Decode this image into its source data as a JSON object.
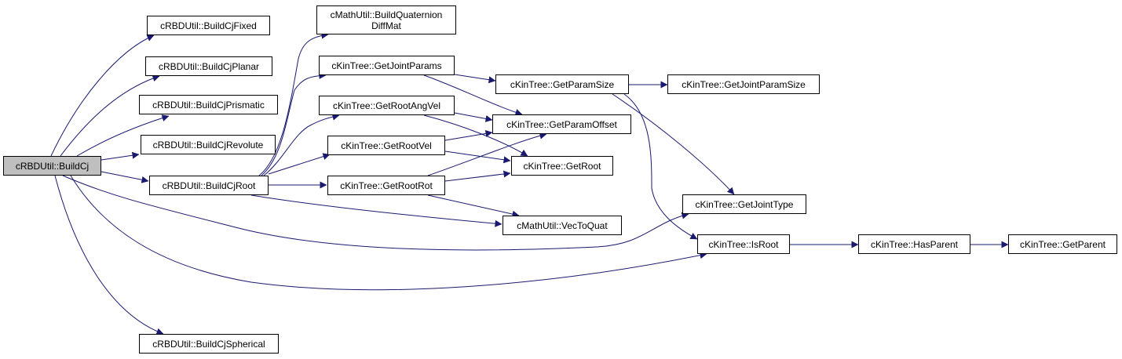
{
  "graph": {
    "root": "cRBDUtil::BuildCj",
    "colors": {
      "edge": "#191970",
      "border": "#000000",
      "root_fill": "#bfbfbf",
      "node_fill": "#ffffff"
    },
    "nodes": {
      "build_cj": "cRBDUtil::BuildCj",
      "build_cj_fixed": "cRBDUtil::BuildCjFixed",
      "build_cj_planar": "cRBDUtil::BuildCjPlanar",
      "build_cj_prismatic": "cRBDUtil::BuildCjPrismatic",
      "build_cj_revolute": "cRBDUtil::BuildCjRevolute",
      "build_cj_root": "cRBDUtil::BuildCjRoot",
      "build_cj_spherical": "cRBDUtil::BuildCjSpherical",
      "build_quaternion_diff_mat": "cMathUtil::BuildQuaternion\nDiffMat",
      "get_joint_params": "cKinTree::GetJointParams",
      "get_root_ang_vel": "cKinTree::GetRootAngVel",
      "get_root_vel": "cKinTree::GetRootVel",
      "get_root_rot": "cKinTree::GetRootRot",
      "get_param_size": "cKinTree::GetParamSize",
      "get_param_offset": "cKinTree::GetParamOffset",
      "get_root": "cKinTree::GetRoot",
      "vec_to_quat": "cMathUtil::VecToQuat",
      "get_joint_param_size": "cKinTree::GetJointParamSize",
      "get_joint_type": "cKinTree::GetJointType",
      "is_root": "cKinTree::IsRoot",
      "has_parent": "cKinTree::HasParent",
      "get_parent": "cKinTree::GetParent"
    },
    "edges": [
      [
        "build_cj",
        "build_cj_fixed"
      ],
      [
        "build_cj",
        "build_cj_planar"
      ],
      [
        "build_cj",
        "build_cj_prismatic"
      ],
      [
        "build_cj",
        "build_cj_revolute"
      ],
      [
        "build_cj",
        "build_cj_root"
      ],
      [
        "build_cj",
        "build_cj_spherical"
      ],
      [
        "build_cj",
        "get_joint_type"
      ],
      [
        "build_cj",
        "is_root"
      ],
      [
        "build_cj_root",
        "build_quaternion_diff_mat"
      ],
      [
        "build_cj_root",
        "get_joint_params"
      ],
      [
        "build_cj_root",
        "get_root_ang_vel"
      ],
      [
        "build_cj_root",
        "get_root_vel"
      ],
      [
        "build_cj_root",
        "get_root_rot"
      ],
      [
        "build_cj_root",
        "vec_to_quat"
      ],
      [
        "get_joint_params",
        "get_param_size"
      ],
      [
        "get_joint_params",
        "get_param_offset"
      ],
      [
        "get_root_ang_vel",
        "get_param_offset"
      ],
      [
        "get_root_ang_vel",
        "get_root"
      ],
      [
        "get_root_vel",
        "get_param_offset"
      ],
      [
        "get_root_vel",
        "get_root"
      ],
      [
        "get_root_rot",
        "get_param_offset"
      ],
      [
        "get_root_rot",
        "get_root"
      ],
      [
        "get_root_rot",
        "vec_to_quat"
      ],
      [
        "get_param_size",
        "get_joint_param_size"
      ],
      [
        "get_param_size",
        "get_joint_type"
      ],
      [
        "get_param_size",
        "is_root"
      ],
      [
        "is_root",
        "has_parent"
      ],
      [
        "has_parent",
        "get_parent"
      ]
    ]
  }
}
